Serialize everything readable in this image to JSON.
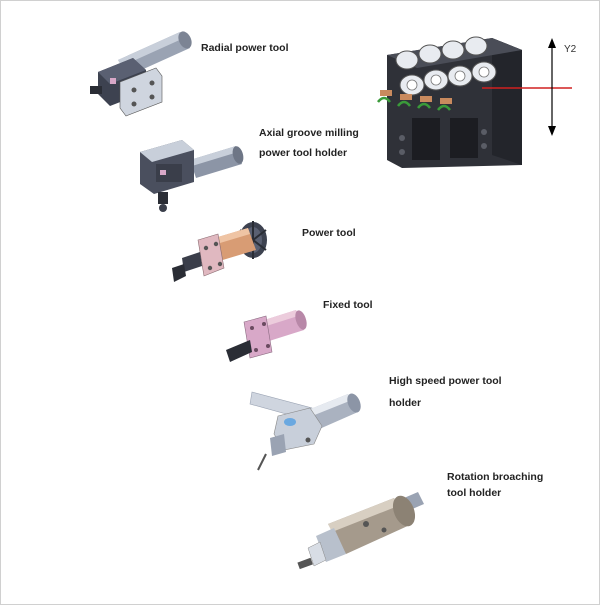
{
  "tools": [
    {
      "lines": [
        "Radial power tool"
      ]
    },
    {
      "lines": [
        "Axial groove milling",
        "power tool holder"
      ]
    },
    {
      "lines": [
        "Power tool"
      ]
    },
    {
      "lines": [
        "Fixed tool"
      ]
    },
    {
      "lines": [
        "High speed power tool",
        "holder"
      ]
    },
    {
      "lines": [
        "Rotation broaching",
        "tool holder"
      ]
    }
  ],
  "turret": {
    "axis_label": "Y2"
  },
  "colors": {
    "steel": "#9aa3b3",
    "steel_dark": "#3d4250",
    "turret_body": "#2f3138",
    "highlight_pink": "#d8a8c8",
    "axis_red": "#d02020",
    "arrow_green": "#3a9a3a",
    "copper": "#c98a5e"
  }
}
